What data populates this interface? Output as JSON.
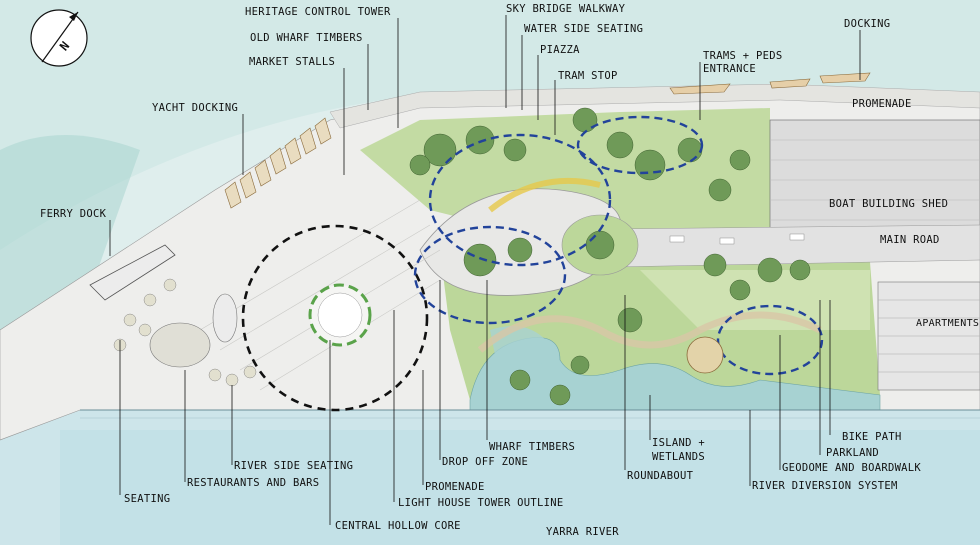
{
  "labels": {
    "heritage_control_tower": "HERITAGE CONTROL TOWER",
    "old_wharf_timbers": "OLD WHARF TIMBERS",
    "market_stalls": "MARKET STALLS",
    "yacht_docking": "YACHT DOCKING",
    "ferry_dock": "FERRY DOCK",
    "sky_bridge_walkway": "SKY BRIDGE WALKWAY",
    "water_side_seating": "WATER SIDE SEATING",
    "piazza": "PIAZZA",
    "tram_stop": "TRAM STOP",
    "trams_peds_line1": "TRAMS + PEDS",
    "trams_peds_line2": "ENTRANCE",
    "docking": "DOCKING",
    "promenade_top": "PROMENADE",
    "boat_building_shed": "BOAT BUILDING SHED",
    "main_road": "MAIN ROAD",
    "apartments": "APARTMENTS",
    "bike_path": "BIKE PATH",
    "parkland": "PARKLAND",
    "geodome_boardwalk": "GEODOME AND BOARDWALK",
    "river_diversion": "RIVER DIVERSION SYSTEM",
    "roundabout": "ROUNDABOUT",
    "island_line1": "ISLAND +",
    "island_line2": "WETLANDS",
    "wharf_timbers": "WHARF TIMBERS",
    "drop_off_zone": "DROP OFF ZONE",
    "promenade_bottom": "PROMENADE",
    "light_house": "LIGHT HOUSE TOWER OUTLINE",
    "central_hollow_core": "CENTRAL HOLLOW CORE",
    "yarra_river": "YARRA RIVER",
    "river_side_seating": "RIVER SIDE SEATING",
    "restaurants_bars": "RESTAURANTS AND BARS",
    "seating": "SEATING",
    "north": "N"
  },
  "colors": {
    "water": "#cfe6e6",
    "water_deep": "#9fcfcd",
    "park": "#b9d39a",
    "park_light": "#d4e4bd",
    "tree": "#5f8a4a",
    "paving": "#ececea",
    "building": "#d9d9d9",
    "dash_blue": "#22439a",
    "dash_black": "#111111"
  }
}
